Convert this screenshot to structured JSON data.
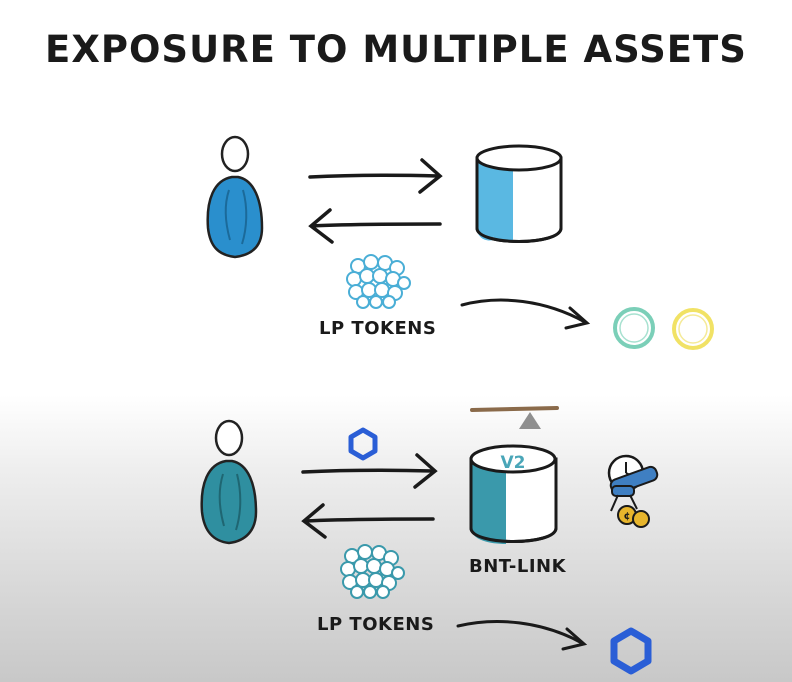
{
  "title": "EXPOSURE TO MULTIPLE ASSETS",
  "top": {
    "lp_label": "LP TOKENS"
  },
  "bottom": {
    "pool_version": "V2",
    "pool_name": "BNT-LINK",
    "lp_label": "LP TOKENS"
  },
  "colors": {
    "blue": "#2a8fcd",
    "teal": "#2f8fa0",
    "pool_light_blue": "#5ab8e2",
    "pool_teal": "#3a99ab",
    "token_green": "#7bcfb8",
    "token_yellow": "#f1e265",
    "link_blue": "#2a5ed6",
    "balance_brown": "#8a6a4a"
  },
  "icons": [
    "person-icon",
    "arrow-right-icon",
    "arrow-left-icon",
    "cylinder-pool-icon",
    "lp-tokens-icon",
    "curved-arrow-icon",
    "coin-outline-icon",
    "hexagon-link-icon",
    "balance-scale-icon",
    "oracle-clock-icon"
  ]
}
